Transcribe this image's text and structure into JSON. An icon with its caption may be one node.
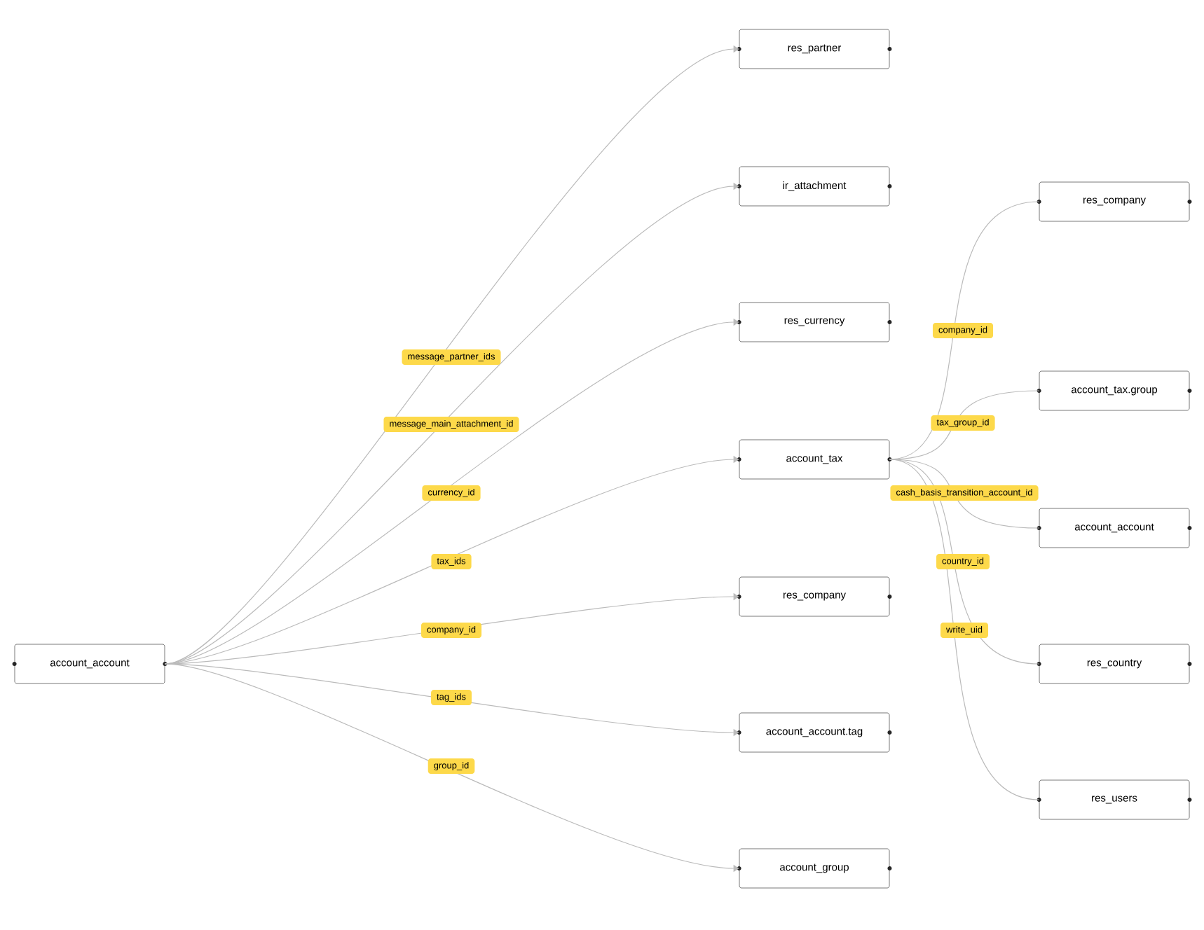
{
  "diagram": {
    "nodes": [
      {
        "text": [
          "account_account"
        ]
      },
      {
        "text": [
          "res_partner"
        ]
      },
      {
        "text": [
          "ir_attachment"
        ]
      },
      {
        "text": [
          "res_currency"
        ]
      },
      {
        "text": [
          "account_tax"
        ]
      },
      {
        "text": [
          "res_company"
        ]
      },
      {
        "text": [
          "account_account.tag"
        ]
      },
      {
        "text": [
          "account_group"
        ]
      },
      {
        "text": [
          "res_company"
        ]
      },
      {
        "text": [
          "account_tax.group"
        ]
      },
      {
        "text": [
          "account_account"
        ]
      },
      {
        "text": [
          "res_country"
        ]
      },
      {
        "text": [
          "res_users"
        ]
      }
    ],
    "edges": [
      {
        "from": 0,
        "to": 1,
        "arrow": "to",
        "label": "message_partner_ids"
      },
      {
        "from": 0,
        "to": 2,
        "arrow": "to",
        "label": "message_main_attachment_id"
      },
      {
        "from": 0,
        "to": 3,
        "arrow": "to",
        "label": "currency_id"
      },
      {
        "from": 0,
        "to": 4,
        "arrow": "to",
        "label": "tax_ids"
      },
      {
        "from": 0,
        "to": 5,
        "arrow": "to",
        "label": "company_id"
      },
      {
        "from": 0,
        "to": 6,
        "arrow": "to",
        "label": "tag_ids"
      },
      {
        "from": 0,
        "to": 7,
        "arrow": "to",
        "label": "group_id"
      },
      {
        "from": 4,
        "to": 8,
        "arrow": "none",
        "label": "company_id"
      },
      {
        "from": 4,
        "to": 9,
        "arrow": "none",
        "label": "tax_group_id"
      },
      {
        "from": 4,
        "to": 10,
        "arrow": "none",
        "label": "cash_basis_transition_account_id"
      },
      {
        "from": 4,
        "to": 11,
        "arrow": "none",
        "label": "country_id"
      },
      {
        "from": 4,
        "to": 12,
        "arrow": "none",
        "label": "write_uid"
      }
    ]
  }
}
